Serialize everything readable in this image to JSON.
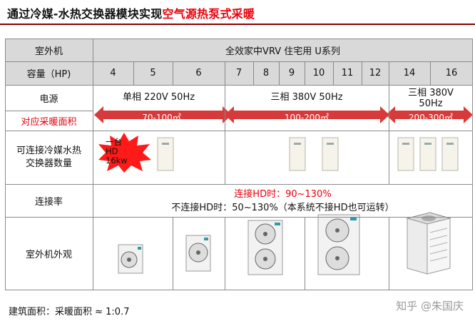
{
  "title": {
    "part1": "通过冷媒-水热交换器模块实现",
    "part2": "空气源热泵式采暖"
  },
  "header": {
    "label": "室外机",
    "value": "全效家中VRV 住宅用 U系列"
  },
  "capacity": {
    "label": "容量（HP)",
    "values": [
      "4",
      "5",
      "6",
      "7",
      "8",
      "9",
      "10",
      "11",
      "12",
      "14",
      "16"
    ]
  },
  "power": {
    "label": "电源",
    "groups": [
      {
        "text": "单相 220V 50Hz",
        "area": "70-100㎡"
      },
      {
        "text": "三相 380V 50Hz",
        "area": "100-200㎡"
      },
      {
        "text": "三相 380V 50Hz",
        "area": "200-300㎡"
      }
    ]
  },
  "area_label": "对应采暖面积",
  "connectable": {
    "label_line1": "可连接冷媒水热",
    "label_line2": "交换器数量",
    "badge_line1": "一台",
    "badge_line2": "HD",
    "badge_line3": "16kw"
  },
  "connection": {
    "label": "连接率",
    "line1": "连接HD时：90~130%",
    "line2": "不连接HD时：50~130%（本系统不接HD也可运转）"
  },
  "appearance": {
    "label": "室外机外观"
  },
  "footer": "建筑面积：采暖面积 ≈ 1:0.7",
  "watermark": "知乎 @朱国庆",
  "colors": {
    "accent": "#e8000b",
    "header_bg": "#d9d9d9",
    "arrow": "#d73a3a"
  }
}
